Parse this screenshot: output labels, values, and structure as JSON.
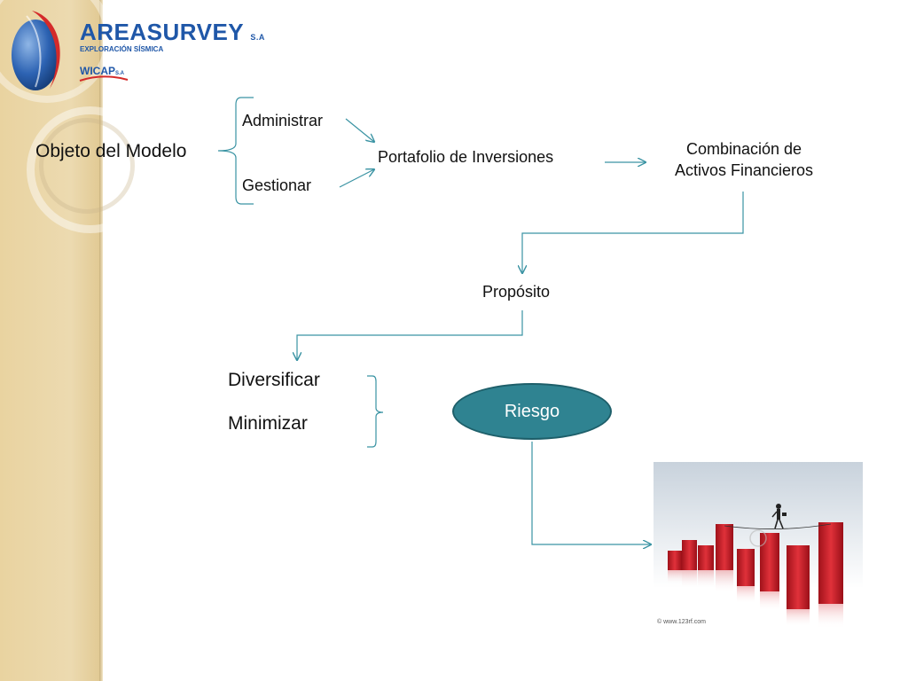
{
  "logo": {
    "name": "AREASURVEY",
    "suffix": "S.A",
    "tagline": "EXPLORACIÓN  SÍSMICA",
    "partner": "WICAP",
    "partner_suffix": "S.A",
    "brand_blue": "#1f57a8",
    "brand_red": "#d42a2a"
  },
  "diagram": {
    "objeto": "Objeto del Modelo",
    "administrar": "Administrar",
    "gestionar": "Gestionar",
    "portafolio": "Portafolio de Inversiones",
    "combinacion_line1": "Combinación de",
    "combinacion_line2": "Activos Financieros",
    "proposito": "Propósito",
    "diversificar": "Diversificar",
    "minimizar": "Minimizar",
    "riesgo": "Riesgo"
  },
  "photo": {
    "credit": "© www.123rf.com"
  },
  "colors": {
    "connector": "#3a93a3",
    "ellipse_fill": "#2f8391",
    "sidebar": "#ecdab0"
  }
}
